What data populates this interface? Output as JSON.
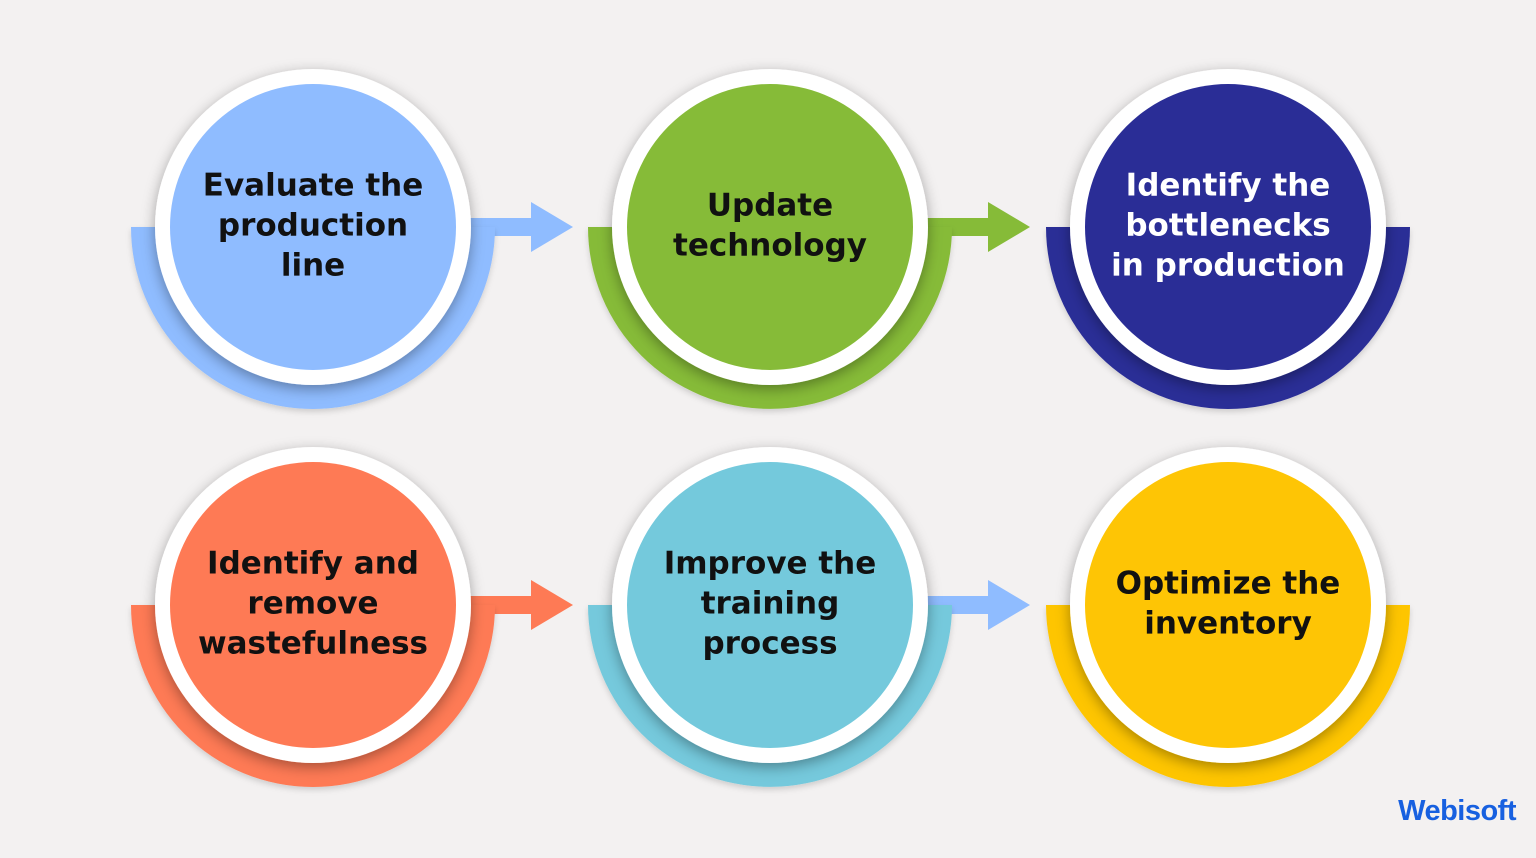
{
  "steps": [
    {
      "lines": [
        "Evaluate the",
        "production",
        "line"
      ],
      "color": "#8fbcff",
      "text_color": "#111111",
      "icon": "arrow-right-icon"
    },
    {
      "lines": [
        "Update",
        "technology"
      ],
      "color": "#86bb38",
      "text_color": "#111111",
      "icon": "arrow-right-icon"
    },
    {
      "lines": [
        "Identify the",
        "bottlenecks",
        "in production"
      ],
      "color": "#2a2d96",
      "text_color": "#ffffff",
      "icon": null
    },
    {
      "lines": [
        "Identify and",
        "remove",
        "wastefulness"
      ],
      "color": "#fe7a55",
      "text_color": "#111111",
      "icon": "arrow-right-icon"
    },
    {
      "lines": [
        "Improve the",
        "training",
        "process"
      ],
      "color": "#74c9dc",
      "text_color": "#111111",
      "icon": "arrow-right-icon"
    },
    {
      "lines": [
        "Optimize the",
        "inventory"
      ],
      "color": "#fec505",
      "text_color": "#111111",
      "icon": null
    }
  ],
  "arrows": [
    {
      "from": 0,
      "to": 1,
      "color": "#8fbcff"
    },
    {
      "from": 1,
      "to": 2,
      "color": "#86bb38"
    },
    {
      "from": 3,
      "to": 4,
      "color": "#fe7a55"
    },
    {
      "from": 4,
      "to": 5,
      "color": "#8fbcff"
    }
  ],
  "brand": {
    "name": "Webisoft",
    "color": "#1760e0"
  },
  "background": "#f3f1f1",
  "ring_color": "#ffffff"
}
